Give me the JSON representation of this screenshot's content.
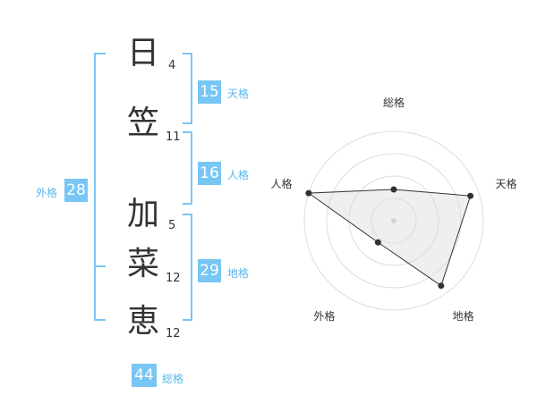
{
  "name": {
    "characters": [
      {
        "char": "日",
        "strokes": "4"
      },
      {
        "char": "笠",
        "strokes": "11"
      },
      {
        "char": "加",
        "strokes": "5"
      },
      {
        "char": "菜",
        "strokes": "12"
      },
      {
        "char": "恵",
        "strokes": "12"
      }
    ]
  },
  "kakusu": {
    "tenkaku": {
      "value": "15",
      "label": "天格"
    },
    "jinkaku": {
      "value": "16",
      "label": "人格"
    },
    "chikaku": {
      "value": "29",
      "label": "地格"
    },
    "gaikaku": {
      "value": "28",
      "label": "外格"
    },
    "soukaku": {
      "value": "44",
      "label": "総格"
    }
  },
  "colors": {
    "accent": "#78c6f4",
    "bracket": "#78c6f4",
    "text": "#333333"
  },
  "chart_data": {
    "type": "radar",
    "axes": [
      "総格",
      "天格",
      "地格",
      "外格",
      "人格"
    ],
    "values": [
      0.35,
      0.9,
      0.9,
      0.3,
      1.0
    ],
    "rings": 4
  }
}
